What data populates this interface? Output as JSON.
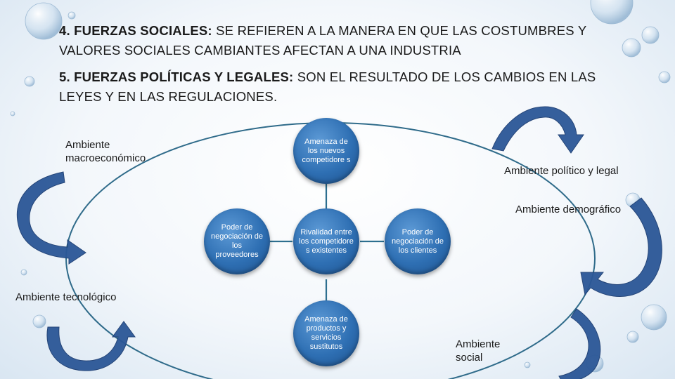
{
  "slide": {
    "item4": {
      "bold": "4. FUERZAS SOCIALES:",
      "text": " SE REFIEREN A LA MANERA EN QUE LAS COSTUMBRES Y VALORES SOCIALES CAMBIANTES AFECTAN A UNA INDUSTRIA"
    },
    "item5": {
      "bold": "5. FUERZAS POLÍTICAS Y LEGALES:",
      "text": " SON EL RESULTADO DE LOS CAMBIOS EN LAS LEYES Y EN LAS REGULACIONES."
    }
  },
  "diagram": {
    "forces": {
      "top": "Amenaza de los nuevos competidore s",
      "left": "Poder de negociación de los proveedores",
      "center": "Rivalidad entre los competidore s existentes",
      "right": "Poder de negociación de los clientes",
      "bottom": "Amenaza de productos y servicios sustitutos"
    },
    "environments": {
      "macro": "Ambiente macroeconómico",
      "politico": "Ambiente político y legal",
      "demografico": "Ambiente demográfico",
      "tecnologico": "Ambiente tecnológico",
      "social": "Ambiente social"
    }
  },
  "colors": {
    "circle": "#2e6fb3",
    "arrow": "#2b5797",
    "ellipse": "#2f6b8a"
  }
}
